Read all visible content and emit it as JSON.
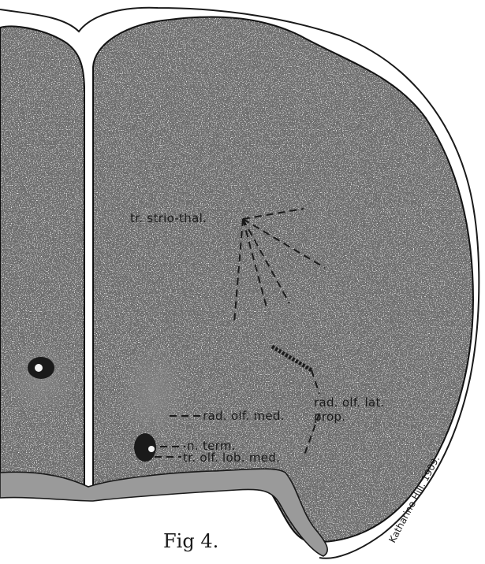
{
  "figure": {
    "caption": "Fig 4.",
    "signature": "Katharine Hill. 1909.",
    "labels": {
      "tr_strio_thal": "tr. strio-thal.",
      "rad_olf_lat": "rad. olf. lat.",
      "prop": "prop.",
      "rad_olf_med": "rad. olf. med.",
      "n_term": "n. term.",
      "tr_olf_lob_med": "tr. olf. lob. med."
    },
    "colors": {
      "ink": "#1a1a1a",
      "tissue": "#efefef",
      "meninx": "#9a9a9a"
    }
  }
}
